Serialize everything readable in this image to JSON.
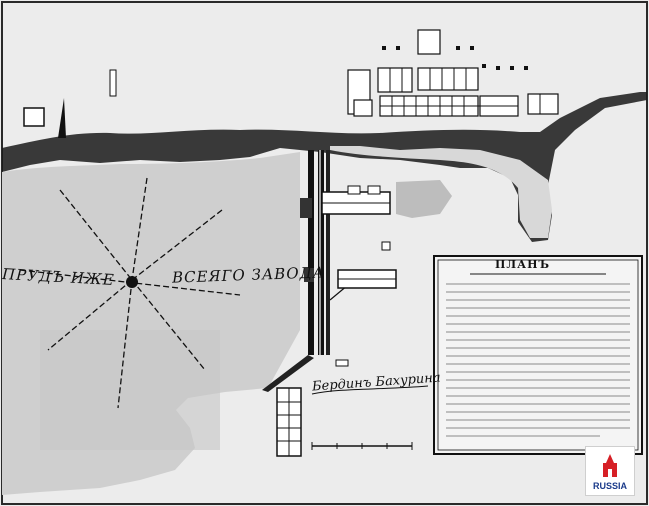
{
  "map": {
    "pond_label_left": "ПРУДЪ ИЖЕ",
    "pond_label_right": "ВСЕЯГО ЗАВОДА",
    "signature": "Бердинъ Бахурина",
    "cartouche_title": "ПЛАНЪ"
  },
  "badge": {
    "label": "RUSSIA",
    "color": "#d61f26",
    "text_color": "#1a3a8a"
  }
}
